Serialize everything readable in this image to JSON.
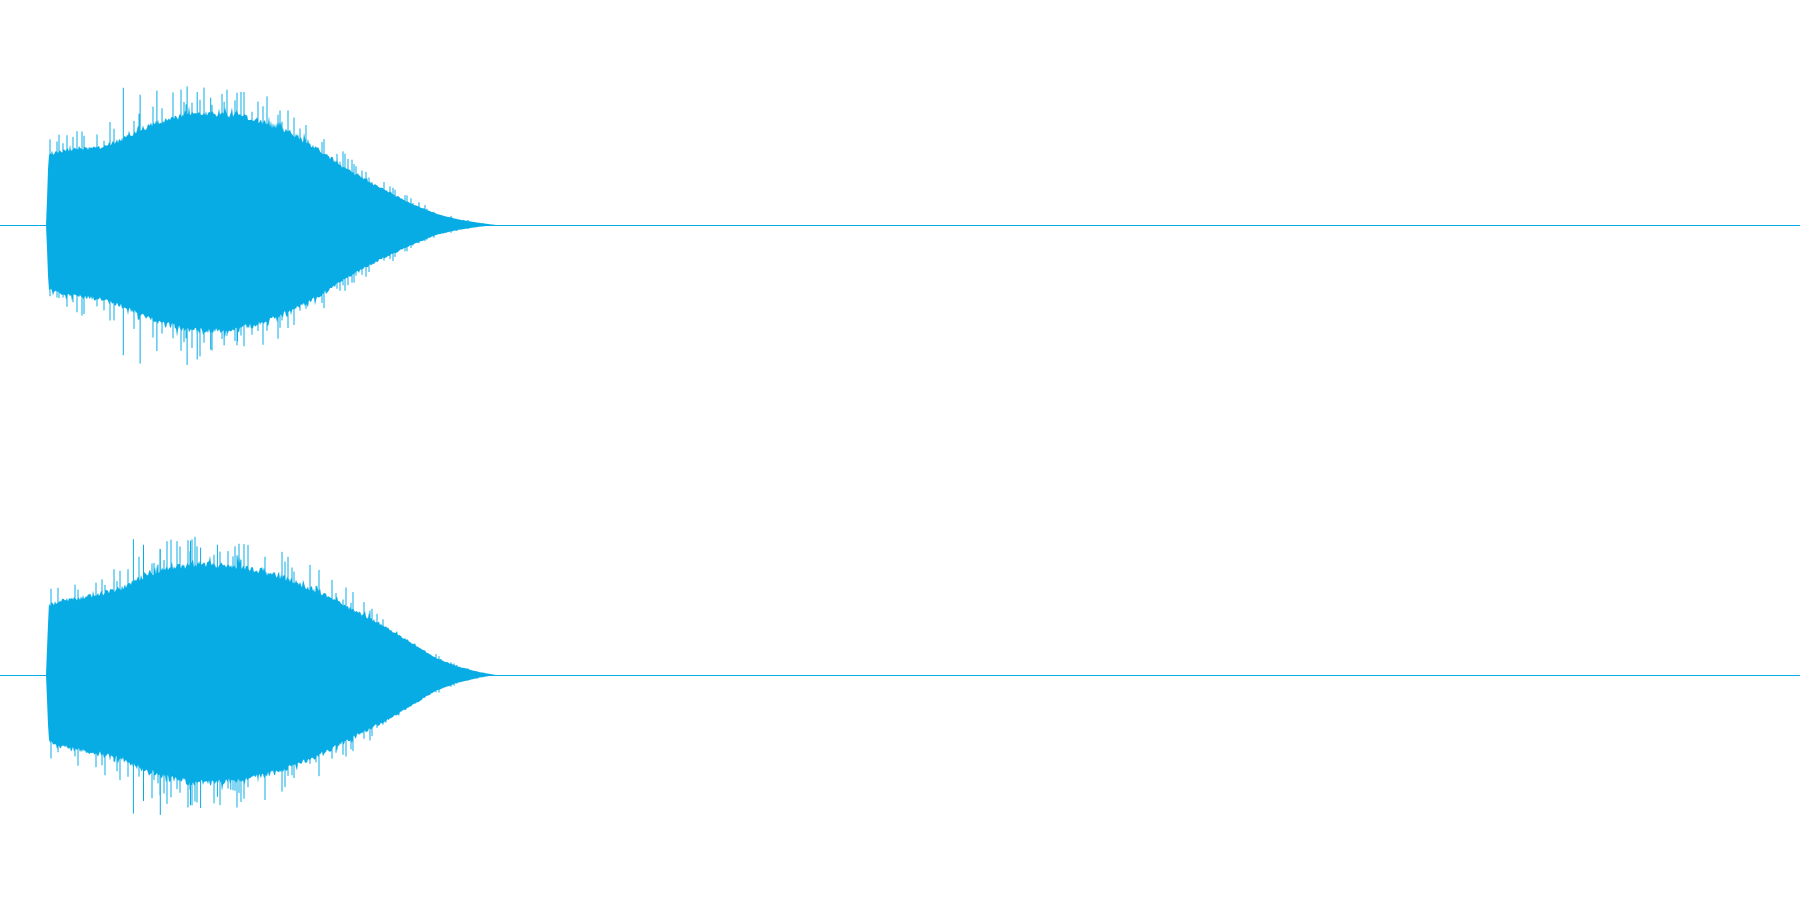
{
  "view": {
    "background_color": "#ffffff",
    "waveform_color": "#08ace4"
  },
  "channels": [
    {
      "id": "left",
      "envelope_upper": [
        [
          0.0,
          0.0
        ],
        [
          0.005,
          0.5
        ],
        [
          0.03,
          0.53
        ],
        [
          0.06,
          0.54
        ],
        [
          0.1,
          0.56
        ],
        [
          0.14,
          0.61
        ],
        [
          0.17,
          0.68
        ],
        [
          0.22,
          0.75
        ],
        [
          0.27,
          0.79
        ],
        [
          0.31,
          0.8
        ],
        [
          0.36,
          0.78
        ],
        [
          0.4,
          0.74
        ],
        [
          0.45,
          0.66
        ],
        [
          0.5,
          0.54
        ],
        [
          0.55,
          0.41
        ],
        [
          0.61,
          0.28
        ],
        [
          0.67,
          0.16
        ],
        [
          0.72,
          0.08
        ],
        [
          0.76,
          0.04
        ],
        [
          0.8,
          0.015
        ],
        [
          0.83,
          0.0
        ]
      ],
      "envelope_lower": [
        [
          0.0,
          0.0
        ],
        [
          0.005,
          0.45
        ],
        [
          0.03,
          0.49
        ],
        [
          0.06,
          0.51
        ],
        [
          0.1,
          0.53
        ],
        [
          0.14,
          0.58
        ],
        [
          0.17,
          0.64
        ],
        [
          0.22,
          0.71
        ],
        [
          0.27,
          0.75
        ],
        [
          0.31,
          0.76
        ],
        [
          0.36,
          0.74
        ],
        [
          0.4,
          0.7
        ],
        [
          0.45,
          0.62
        ],
        [
          0.5,
          0.52
        ],
        [
          0.55,
          0.39
        ],
        [
          0.61,
          0.26
        ],
        [
          0.67,
          0.15
        ],
        [
          0.72,
          0.07
        ],
        [
          0.76,
          0.035
        ],
        [
          0.8,
          0.012
        ],
        [
          0.83,
          0.0
        ]
      ],
      "spikes": [
        [
          0.23,
          0.98,
          0.93
        ],
        [
          0.28,
          0.93,
          0.99
        ],
        [
          0.33,
          0.96,
          0.9
        ],
        [
          0.42,
          0.99,
          1.0
        ],
        [
          0.45,
          0.95,
          0.96
        ],
        [
          0.49,
          0.91,
          0.89
        ],
        [
          0.53,
          0.88,
          0.86
        ],
        [
          0.57,
          0.8,
          0.83
        ],
        [
          0.61,
          0.64,
          0.7
        ]
      ]
    },
    {
      "id": "right",
      "envelope_upper": [
        [
          0.0,
          0.0
        ],
        [
          0.005,
          0.5
        ],
        [
          0.03,
          0.53
        ],
        [
          0.06,
          0.55
        ],
        [
          0.1,
          0.58
        ],
        [
          0.14,
          0.62
        ],
        [
          0.17,
          0.69
        ],
        [
          0.22,
          0.76
        ],
        [
          0.27,
          0.79
        ],
        [
          0.31,
          0.79
        ],
        [
          0.36,
          0.77
        ],
        [
          0.4,
          0.74
        ],
        [
          0.45,
          0.68
        ],
        [
          0.5,
          0.6
        ],
        [
          0.55,
          0.5
        ],
        [
          0.61,
          0.38
        ],
        [
          0.67,
          0.24
        ],
        [
          0.72,
          0.12
        ],
        [
          0.76,
          0.06
        ],
        [
          0.8,
          0.02
        ],
        [
          0.83,
          0.0
        ]
      ],
      "envelope_lower": [
        [
          0.0,
          0.0
        ],
        [
          0.005,
          0.47
        ],
        [
          0.03,
          0.51
        ],
        [
          0.06,
          0.53
        ],
        [
          0.1,
          0.56
        ],
        [
          0.14,
          0.6
        ],
        [
          0.17,
          0.66
        ],
        [
          0.22,
          0.73
        ],
        [
          0.27,
          0.77
        ],
        [
          0.31,
          0.77
        ],
        [
          0.36,
          0.75
        ],
        [
          0.4,
          0.72
        ],
        [
          0.45,
          0.66
        ],
        [
          0.5,
          0.58
        ],
        [
          0.55,
          0.48
        ],
        [
          0.61,
          0.36
        ],
        [
          0.67,
          0.23
        ],
        [
          0.72,
          0.11
        ],
        [
          0.76,
          0.055
        ],
        [
          0.8,
          0.018
        ],
        [
          0.83,
          0.0
        ]
      ],
      "spikes": [
        [
          0.26,
          0.97,
          0.99
        ],
        [
          0.29,
          0.93,
          0.9
        ],
        [
          0.34,
          0.9,
          1.0
        ],
        [
          0.43,
          0.96,
          0.93
        ],
        [
          0.46,
          0.91,
          0.95
        ],
        [
          0.51,
          0.93,
          0.87
        ],
        [
          0.55,
          0.76,
          0.82
        ],
        [
          0.59,
          0.68,
          0.72
        ],
        [
          0.64,
          0.52,
          0.6
        ]
      ]
    }
  ]
}
